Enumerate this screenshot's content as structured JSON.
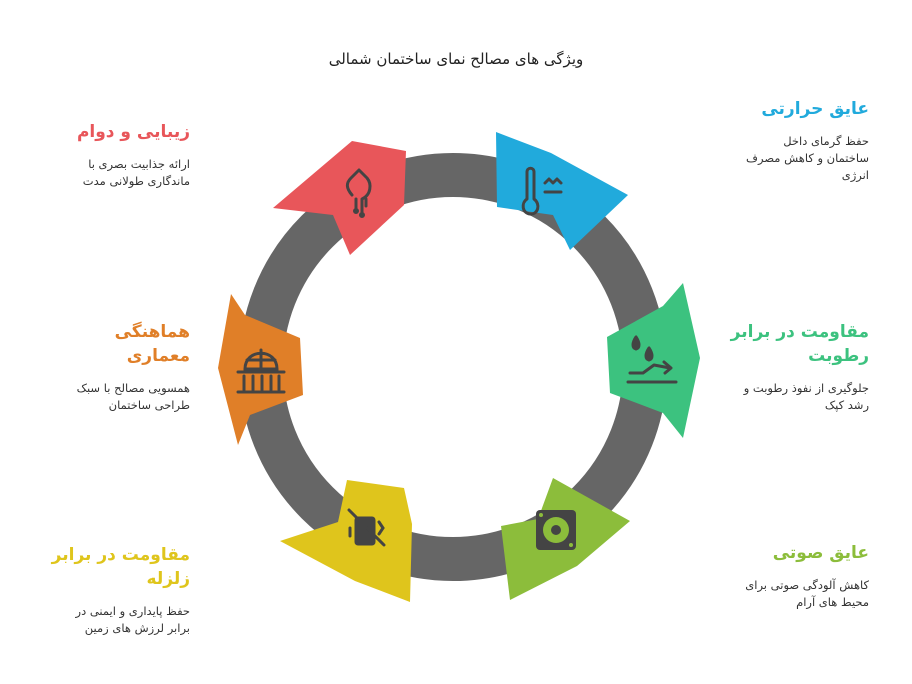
{
  "title": "ویژگی های مصالح نمای ساختمان شمالی",
  "colors": {
    "ring": "#666666",
    "red": "#e8565a",
    "blue": "#21aadc",
    "green": "#3cc27f",
    "olive": "#8cbd3b",
    "yellow": "#dfc51c",
    "orange": "#e07f28"
  },
  "items": [
    {
      "id": "thermal",
      "title": "عایق حرارتی",
      "desc_l1": "حفظ گرمای داخل",
      "desc_l2": "ساختمان و کاهش مصرف",
      "desc_l3": "انرژی",
      "icon": "thermometer-icon",
      "color": "#21aadc"
    },
    {
      "id": "moisture",
      "title": "مقاومت در برابر رطوبت",
      "title_l1": "مقاومت در برابر",
      "title_l2": "رطوبت",
      "desc_l1": "جلوگیری از نفوذ رطوبت و",
      "desc_l2": "رشد کپک",
      "icon": "water-drops-icon",
      "color": "#3cc27f"
    },
    {
      "id": "acoustic",
      "title": "عایق صوتی",
      "desc_l1": "کاهش آلودگی صوتی برای",
      "desc_l2": "محیط های آرام",
      "icon": "speaker-icon",
      "color": "#8cbd3b"
    },
    {
      "id": "seismic",
      "title": "مقاومت در برابر زلزله",
      "title_l1": "مقاومت در برابر",
      "title_l2": "زلزله",
      "desc_l1": "حفظ پایداری و ایمنی در",
      "desc_l2": "برابر لرزش های زمین",
      "icon": "vibration-off-icon",
      "color": "#dfc51c"
    },
    {
      "id": "harmony",
      "title": "هماهنگی معماری",
      "title_l1": "هماهنگی",
      "title_l2": "معماری",
      "desc_l1": "همسویی مصالح با سبک",
      "desc_l2": "طراحی ساختمان",
      "icon": "building-icon",
      "color": "#e07f28"
    },
    {
      "id": "beauty",
      "title": "زیبایی و دوام",
      "desc_l1": "ارائه جذابیت بصری با",
      "desc_l2": "ماندگاری طولانی مدت",
      "icon": "melting-drop-icon",
      "color": "#e8565a"
    }
  ]
}
